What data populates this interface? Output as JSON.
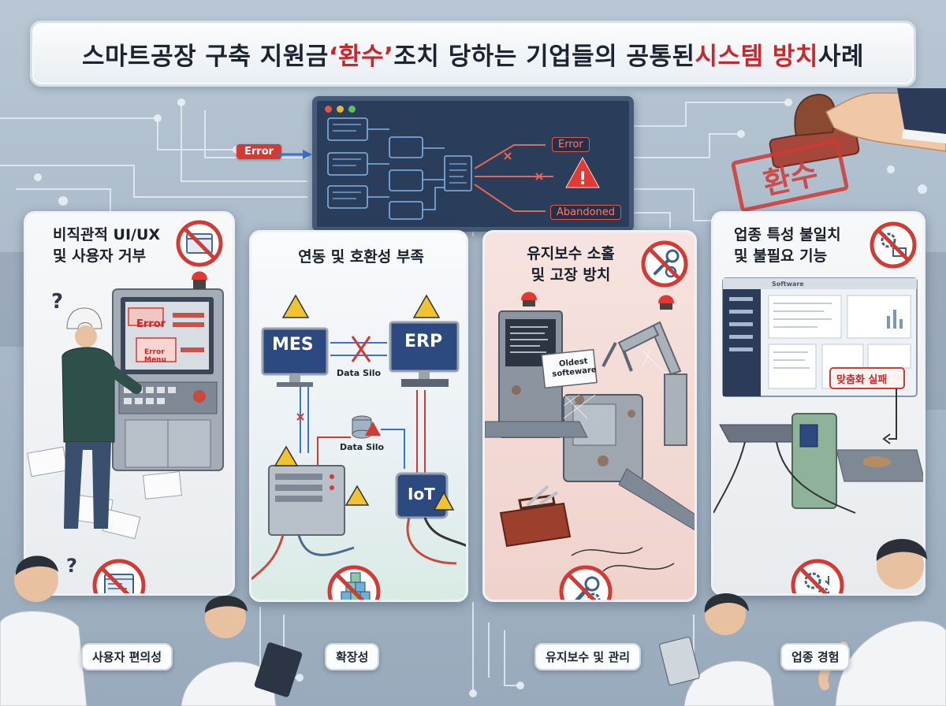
{
  "title": {
    "part1": "스마트공장 구축 지원금 ",
    "highlight1": "‘환수’",
    "part2": " 조치 당하는 기업들의 공통된 ",
    "highlight2": "시스템 방치",
    "part3": " 사례"
  },
  "monitor": {
    "tag_error": "Error",
    "tag_abandoned": "Abandoned",
    "left_error": "Error"
  },
  "stamp": {
    "text": "환수"
  },
  "panels": [
    {
      "title_line1": "비직관적 UI/UX",
      "title_line2": "및 사용자 거부",
      "screen_error": "Error",
      "screen_error_menu_1": "Error",
      "screen_error_menu_2": "Menu",
      "badge": "사용자 편의성",
      "icon": "ui-window-icon"
    },
    {
      "title": "연동 및 호환성 부족",
      "label_mes": "MES",
      "label_erp": "ERP",
      "data_silo_top": "Data Silo",
      "data_silo_mid": "Data Silo",
      "label_iot": "IoT",
      "badge": "확장성",
      "icon": "cubes-icon"
    },
    {
      "title_line1": "유지보수 소홀",
      "title_line2": "및 고장 방치",
      "sign_line1": "Oldest",
      "sign_line2": "softeware",
      "badge": "유지보수 및 관리",
      "icon": "wrench-gear-icon"
    },
    {
      "title_line1": "업종 특성 불일치",
      "title_line2": "및 불필요 기능",
      "software_label": "Software",
      "fail_label": "맞춤화 실패",
      "badge": "업종 경험",
      "icon": "gear-flow-icon"
    }
  ],
  "colors": {
    "accent_red": "#c8282c",
    "warning_yellow": "#f2c230",
    "title_dark": "#1b2430"
  }
}
